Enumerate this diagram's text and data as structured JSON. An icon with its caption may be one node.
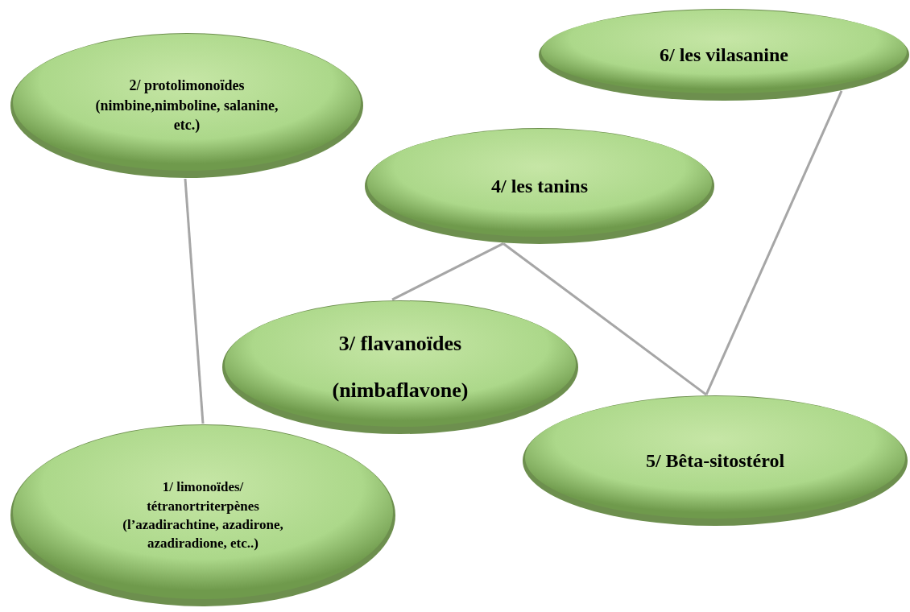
{
  "diagram": {
    "nodes": [
      {
        "text": [
          "2/ protolimonoïdes (nimbine,nimboline, salanine, etc.)"
        ]
      },
      {
        "text": [
          "6/ les vilasanine"
        ]
      },
      {
        "text": [
          "4/ les tanins"
        ]
      },
      {
        "text": [
          "3/ flavanoïdes",
          "(nimbaflavone)"
        ]
      },
      {
        "text": [
          "5/ Bêta-sitostérol"
        ]
      },
      {
        "text": [
          "1/ limonoïdes/ tétranortriterpènes (l’azadirachtine, azadirone, azadiradione, etc..)"
        ]
      }
    ],
    "edges": [
      {
        "from": 0,
        "to": 5,
        "arrow": "none"
      },
      {
        "from": 2,
        "to": 3,
        "arrow": "none"
      },
      {
        "from": 2,
        "to": 4,
        "arrow": "none"
      },
      {
        "from": 1,
        "to": 4,
        "arrow": "none"
      }
    ]
  }
}
